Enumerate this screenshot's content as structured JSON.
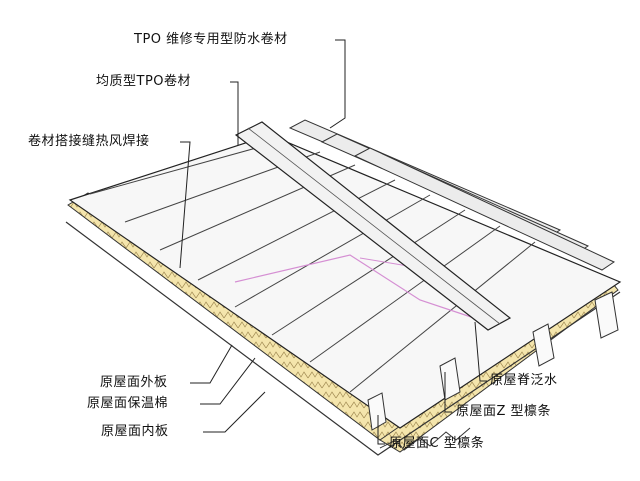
{
  "labels": {
    "tpo_repair": "TPO 维修专用型防水卷材",
    "homogeneous_tpo": "均质型TPO卷材",
    "hot_air_weld": "卷材搭接缝热风焊接",
    "outer_panel": "原屋面外板",
    "insulation": "原屋面保温棉",
    "inner_panel": "原屋面内板",
    "ridge_flashing": "原屋脊泛水",
    "z_purlin": "原屋面Z 型檩条",
    "c_purlin": "原屋面C 型檩条"
  },
  "colors": {
    "line": "#2a2a2a",
    "insulation": "#f2e2a6",
    "membrane": "#f7f7f7",
    "seam_highlight": "#d58fd3"
  }
}
